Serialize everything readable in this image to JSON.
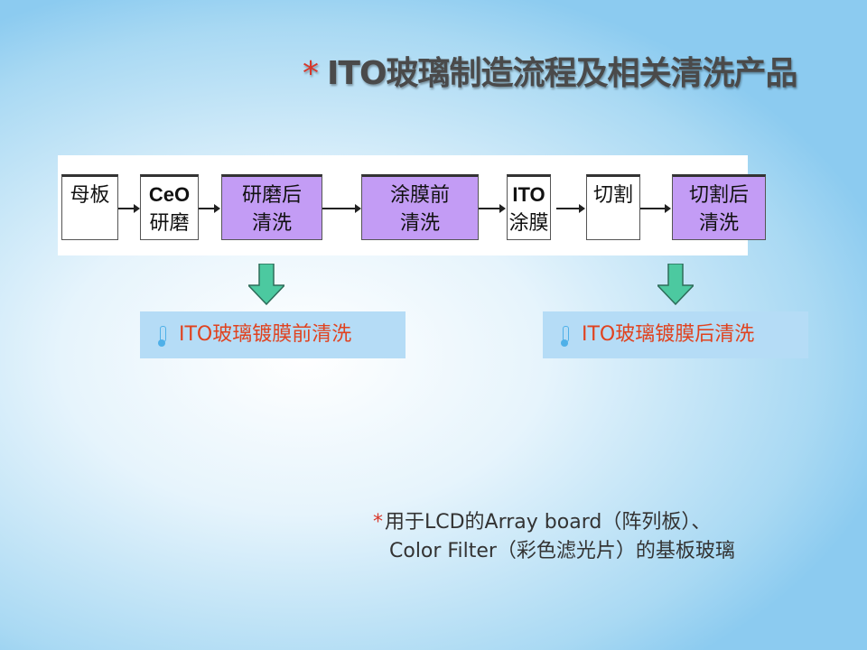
{
  "title": {
    "bullet": "*",
    "text": "ITO玻璃制造流程及相关清洗产品"
  },
  "flow": {
    "steps": [
      {
        "line1": "母板",
        "line2": ""
      },
      {
        "line1": "CeO",
        "line2": "研磨"
      },
      {
        "line1": "研磨后",
        "line2": "清洗"
      },
      {
        "line1": "涂膜前",
        "line2": "清洗"
      },
      {
        "line1": "ITO",
        "line2": "涂膜"
      },
      {
        "line1": "切割",
        "line2": ""
      },
      {
        "line1": "切割后",
        "line2": "清洗"
      }
    ],
    "highlight_color": "#c39cf5"
  },
  "products": [
    {
      "label": "ITO玻璃镀膜前清洗"
    },
    {
      "label": "ITO玻璃镀膜后清洗"
    }
  ],
  "note": {
    "bullet": "*",
    "line1": "用于LCD的Array board（阵列板）、",
    "line2": "Color Filter（彩色滤光片）的基板玻璃"
  }
}
